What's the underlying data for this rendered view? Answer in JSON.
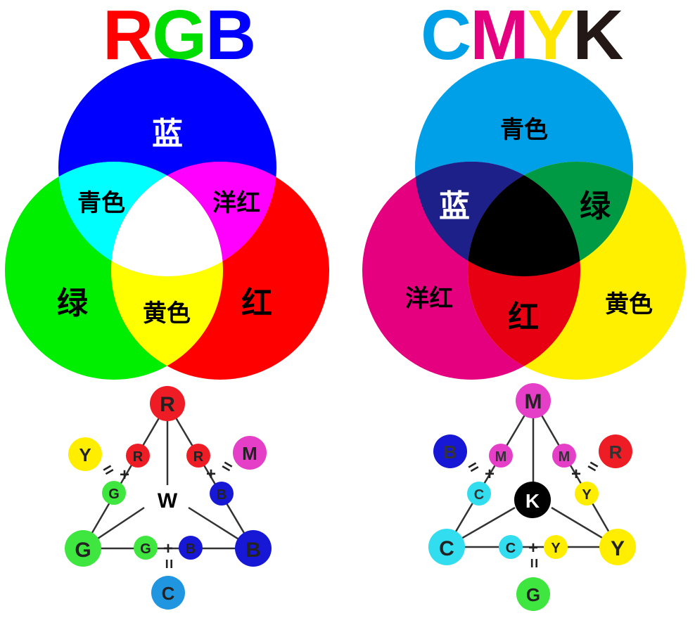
{
  "rgb": {
    "title_letters": [
      {
        "text": "R",
        "color": "#ff0000"
      },
      {
        "text": "G",
        "color": "#00dd00"
      },
      {
        "text": "B",
        "color": "#0000ff"
      }
    ],
    "venn": {
      "blue": "蓝",
      "green": "绿",
      "red": "红",
      "cyan": "青色",
      "magenta": "洋红",
      "yellow": "黄色"
    },
    "triangle": {
      "top": "R",
      "left": "G",
      "right": "B",
      "center": "W",
      "mix_left_a": "R",
      "mix_left_b": "G",
      "mix_left_result": "Y",
      "mix_right_a": "R",
      "mix_right_b": "B",
      "mix_right_result": "M",
      "mix_bottom_a": "G",
      "mix_bottom_b": "B",
      "mix_bottom_result": "C",
      "plus": "+",
      "equals": "="
    }
  },
  "cmyk": {
    "title_letters": [
      {
        "text": "C",
        "color": "#00a0e9"
      },
      {
        "text": "M",
        "color": "#e4007f"
      },
      {
        "text": "Y",
        "color": "#ffe600"
      },
      {
        "text": "K",
        "color": "#231815"
      }
    ],
    "venn": {
      "cyan": "青色",
      "magenta": "洋红",
      "yellow": "黄色",
      "blue": "蓝",
      "green": "绿",
      "red": "红"
    },
    "triangle": {
      "top": "M",
      "left": "C",
      "right": "Y",
      "center": "K",
      "mix_left_a": "M",
      "mix_left_b": "C",
      "mix_left_result": "B",
      "mix_right_a": "M",
      "mix_right_b": "Y",
      "mix_right_result": "R",
      "mix_bottom_a": "C",
      "mix_bottom_b": "Y",
      "mix_bottom_result": "G",
      "plus": "+",
      "equals": "="
    }
  },
  "colors": {
    "red": "#ff0000",
    "green": "#00ee00",
    "blue": "#0000ff",
    "cyan_light": "#00ffff",
    "magenta_light": "#ff00ff",
    "yellow_light": "#ffff00",
    "cmyk_cyan": "#00a0e9",
    "cmyk_magenta": "#e4007f",
    "cmyk_yellow": "#fff000",
    "cmyk_blue": "#1d2088",
    "cmyk_green": "#009944",
    "cmyk_red": "#e60012",
    "node_red": "#ee1c25",
    "node_green": "#3fe63f",
    "node_blue": "#1717d6",
    "node_yellow": "#ffee00",
    "node_magenta": "#e53fc8",
    "node_cyan": "#2196e0",
    "node_cyan_light": "#33ddf0",
    "node_black": "#000000"
  }
}
